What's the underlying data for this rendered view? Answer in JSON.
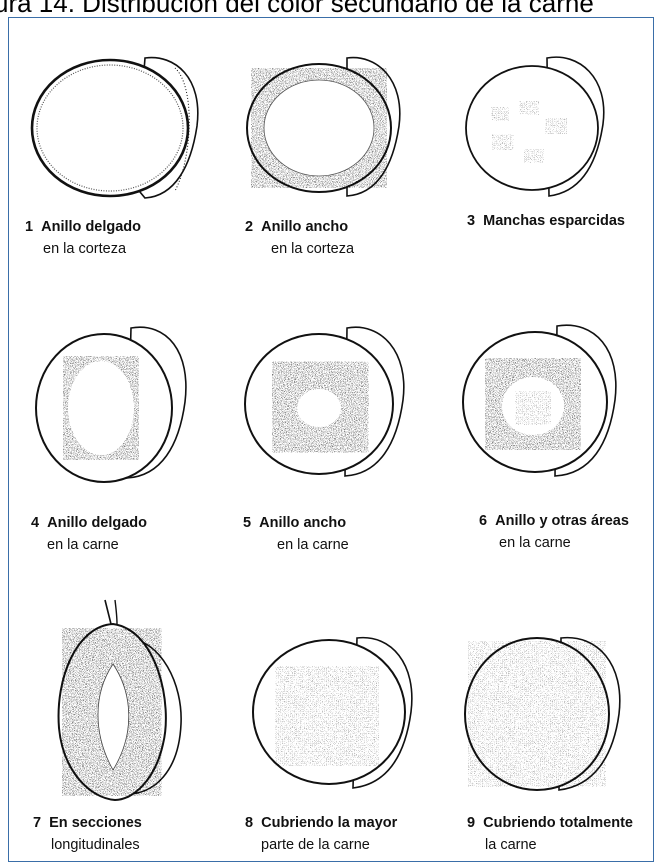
{
  "title": "ura 14. Distribución del color secundario de la carne",
  "items": [
    {
      "number": "1",
      "line1": "Anillo delgado",
      "line2": "en la corteza"
    },
    {
      "number": "2",
      "line1": "Anillo ancho",
      "line2": "en la corteza"
    },
    {
      "number": "3",
      "line1": "Manchas esparcidas",
      "line2": ""
    },
    {
      "number": "4",
      "line1": "Anillo delgado",
      "line2": "en la carne"
    },
    {
      "number": "5",
      "line1": "Anillo ancho",
      "line2": "en la carne"
    },
    {
      "number": "6",
      "line1": "Anillo y otras áreas",
      "line2": "en la carne"
    },
    {
      "number": "7",
      "line1": "En secciones",
      "line2": "longitudinales"
    },
    {
      "number": "8",
      "line1": "Cubriendo la mayor",
      "line2": "parte de la carne"
    },
    {
      "number": "9",
      "line1": "Cubriendo totalmente",
      "line2": "la carne"
    }
  ],
  "colors": {
    "frame": "#3a6ea8",
    "ink": "#111111"
  }
}
